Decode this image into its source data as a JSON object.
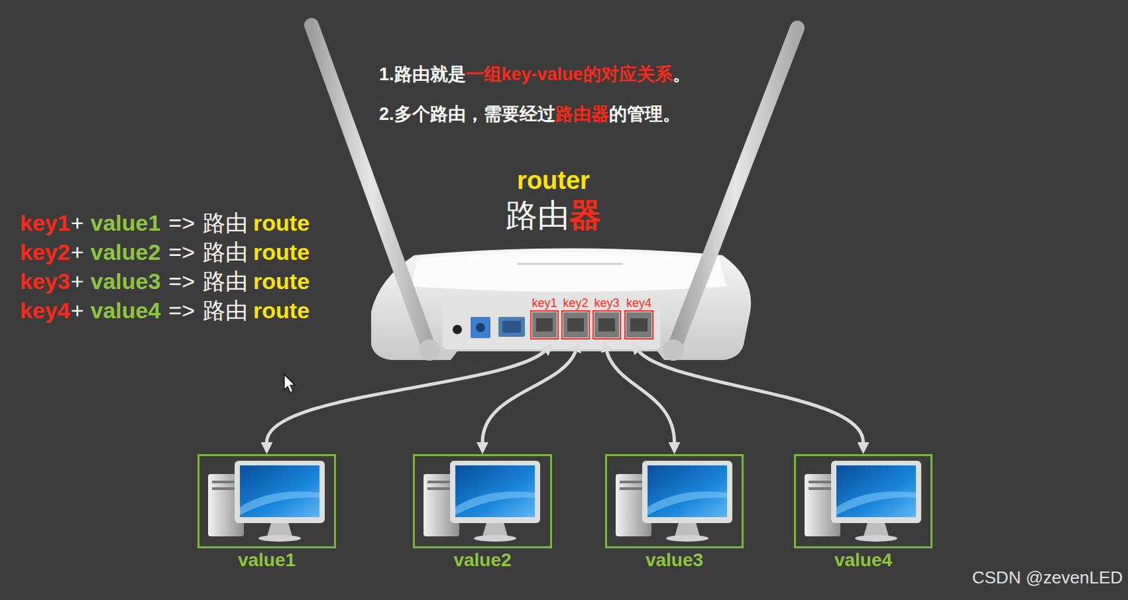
{
  "diagram": {
    "nodes": [
      {
        "text": [
          "key1"
        ]
      },
      {
        "text": [
          "key2"
        ]
      },
      {
        "text": [
          "key3"
        ]
      },
      {
        "text": [
          "key4"
        ]
      },
      {
        "text": [
          "value1"
        ]
      },
      {
        "text": [
          "value2"
        ]
      },
      {
        "text": [
          "value3"
        ]
      },
      {
        "text": [
          "value4"
        ]
      }
    ],
    "edges": [
      {
        "from": 0,
        "to": 4,
        "arrow": "both"
      },
      {
        "from": 1,
        "to": 5,
        "arrow": "both"
      },
      {
        "from": 2,
        "to": 6,
        "arrow": "both"
      },
      {
        "from": 3,
        "to": 7,
        "arrow": "both"
      }
    ],
    "labels": [
      "1.路由就是",
      "一组key-value的对应关系",
      "。",
      "2.多个路由，需要经过",
      "路由器",
      "的管理。",
      "router",
      "路由",
      "器",
      "key1",
      "+",
      "value1",
      "=>",
      "路由",
      "route",
      "key2",
      "+",
      "value2",
      "=>",
      "路由",
      "route",
      "key3",
      "+",
      "value3",
      "=>",
      "路由",
      "route",
      "key4",
      "+",
      "value4",
      "=>",
      "路由",
      "route",
      "CSDN @zevenLED"
    ]
  }
}
